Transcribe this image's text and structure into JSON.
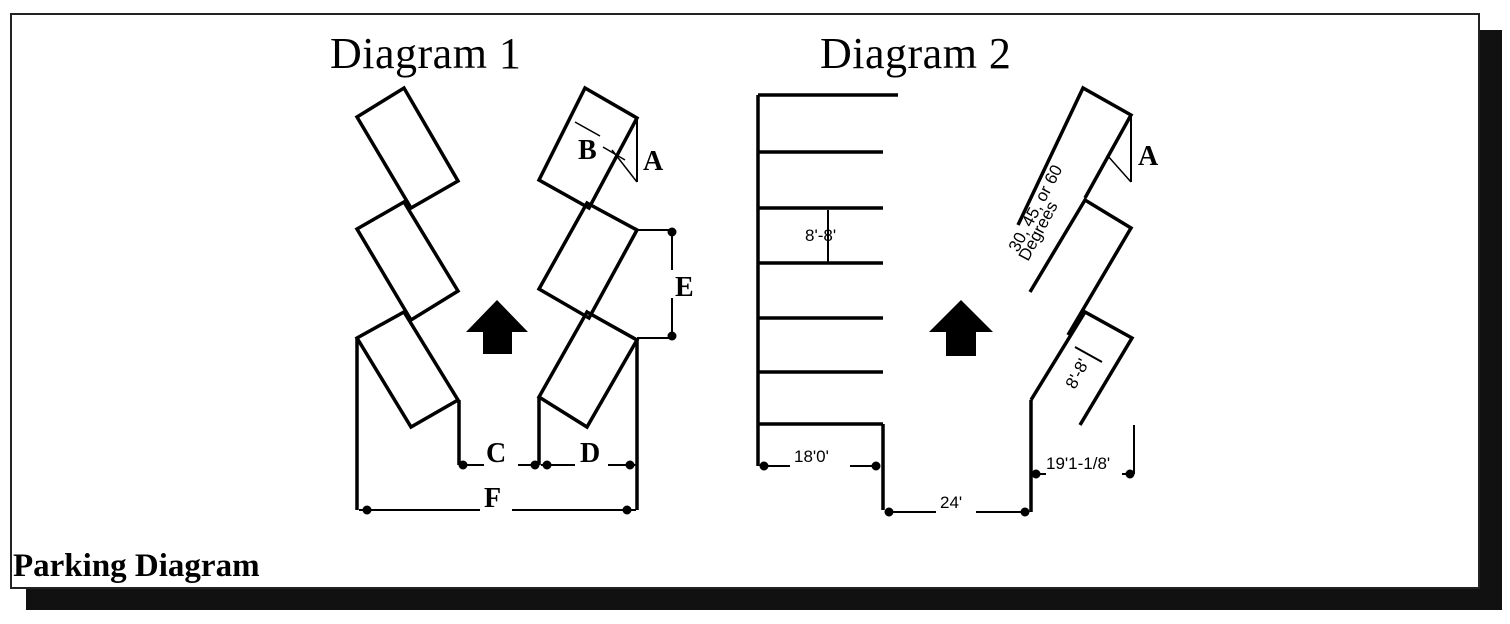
{
  "figure": {
    "caption": "Parking Diagram",
    "diagram1": {
      "title": "Diagram 1",
      "labels": {
        "a": "A",
        "b": "B",
        "c": "C",
        "d": "D",
        "e": "E",
        "f": "F"
      }
    },
    "diagram2": {
      "title": "Diagram 2",
      "labels": {
        "a": "A",
        "stall_width_top": "8'-8'",
        "stall_width_angled": "8'-8'",
        "angles_line1": "30, 45, or 60",
        "angles_line2": "Degrees",
        "depth_left": "18'0'",
        "aisle": "24'",
        "depth_right": "19'1-1/8'"
      }
    },
    "colors": {
      "ink": "#000000",
      "background": "#ffffff",
      "shadow": "#111111"
    }
  }
}
